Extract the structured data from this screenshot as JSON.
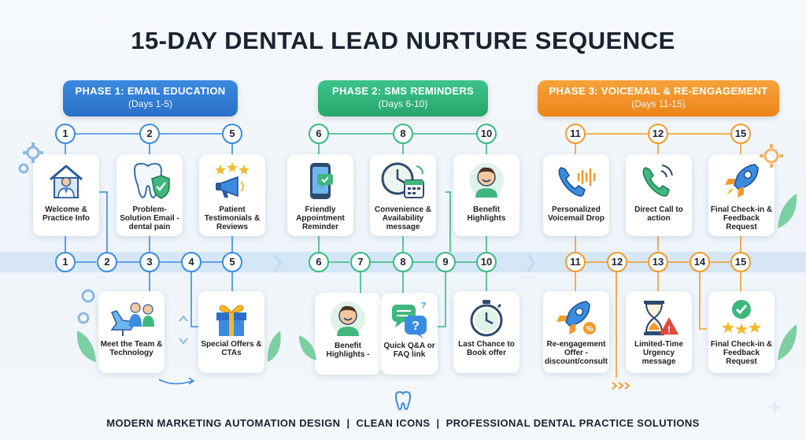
{
  "title": "15-DAY DENTAL LEAD NURTURE SEQUENCE",
  "phases": [
    {
      "name": "PHASE 1: EMAIL EDUCATION",
      "days": "(Days 1-5)",
      "color": "#2f7bd6"
    },
    {
      "name": "PHASE 2: SMS REMINDERS",
      "days": "(Days 6-10)",
      "color": "#2fb57a"
    },
    {
      "name": "PHASE 3: VOICEMAIL & RE-ENGAGEMENT",
      "days": "(Days 11-15)",
      "color": "#f28c1e"
    }
  ],
  "top_numbers": [
    "1",
    "2",
    "5",
    "6",
    "8",
    "10",
    "11",
    "12",
    "15"
  ],
  "timeline_numbers": [
    "1",
    "2",
    "3",
    "4",
    "5",
    "6",
    "7",
    "8",
    "9",
    "10",
    "11",
    "12",
    "13",
    "14",
    "15"
  ],
  "top_cards": [
    {
      "label": "Welcome & Practice Info",
      "icon": "house-doctor-icon"
    },
    {
      "label": "Problem-Solution Email - dental pain",
      "icon": "tooth-shield-icon"
    },
    {
      "label": "Patient Testimonials & Reviews",
      "icon": "megaphone-stars-icon"
    },
    {
      "label": "Friendly Appointment Reminder",
      "icon": "smartphone-icon"
    },
    {
      "label": "Convenience & Availability message",
      "icon": "clock-calendar-icon"
    },
    {
      "label": "Benefit Highlights",
      "icon": "smiling-person-icon"
    },
    {
      "label": "Personalized Voicemail Drop",
      "icon": "phone-voicemail-icon"
    },
    {
      "label": "Direct Call to action",
      "icon": "phone-call-icon"
    },
    {
      "label": "Final Check-in & Feedback Request",
      "icon": "rocket-icon"
    }
  ],
  "bottom_cards": [
    {
      "label": "Meet the Team & Technology",
      "icon": "dental-team-icon"
    },
    {
      "label": "Special Offers & CTAs",
      "icon": "gift-icon"
    },
    {
      "label": "Benefit Highlights -",
      "icon": "smiling-person-icon"
    },
    {
      "label": "Quick Q&A or FAQ link",
      "icon": "chat-question-icon"
    },
    {
      "label": "Last Chance to Book offer",
      "icon": "stopwatch-icon"
    },
    {
      "label": "Re-engagement Offer - discount/consult",
      "icon": "rocket-discount-icon"
    },
    {
      "label": "Limited-Time Urgency message",
      "icon": "hourglass-warning-icon"
    },
    {
      "label": "Final Check-in & Feedback Request",
      "icon": "check-stars-icon"
    }
  ],
  "footer": "MODERN MARKETING AUTOMATION DESIGN  |  CLEAN ICONS  |  PROFESSIONAL DENTAL PRACTICE SOLUTIONS"
}
